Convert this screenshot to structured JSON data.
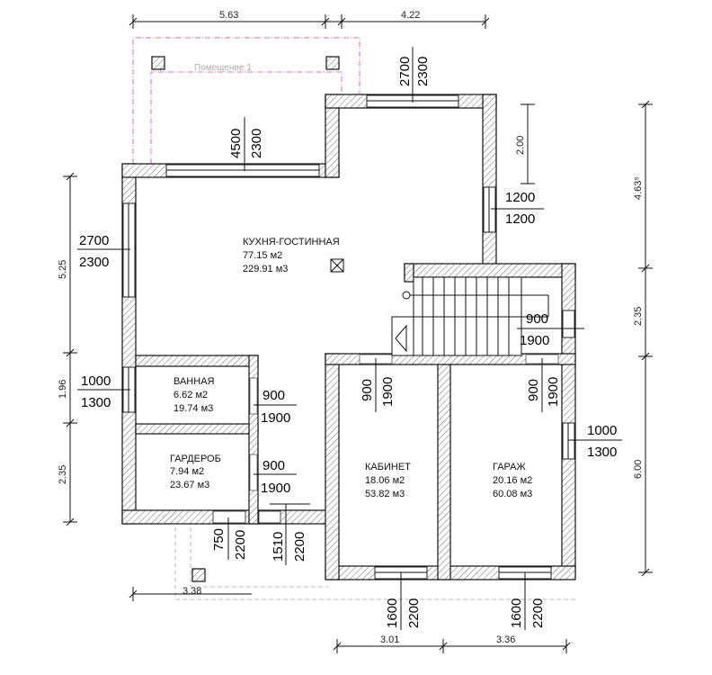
{
  "top_dims": {
    "left": "5.63",
    "right": "4.22"
  },
  "bottom_dims": {
    "left": "3.38",
    "mid": "3.01",
    "right": "3.36"
  },
  "left_dims": {
    "a": "5.25",
    "b": "1.96",
    "c": "2.35"
  },
  "right_dims": {
    "a": "4.63⁵",
    "b": "2.35",
    "c": "6.00",
    "d": "2.00"
  },
  "placeholder_room": "Помещение 1",
  "rooms": [
    {
      "name": "КУХНЯ-ГОСТИННАЯ",
      "area": "77.15 м2",
      "volume": "229.91 м3"
    },
    {
      "name": "ВАННАЯ",
      "area": "6.62 м2",
      "volume": "19.74 м3"
    },
    {
      "name": "ГАРДЕРОБ",
      "area": "7.94 м2",
      "volume": "23.67 м3"
    },
    {
      "name": "КАБИНЕТ",
      "area": "18.06 м2",
      "volume": "53.82 м3"
    },
    {
      "name": "ГАРАЖ",
      "area": "20.16 м2",
      "volume": "60.08 м3"
    }
  ],
  "openings": {
    "w_top_right": [
      "2700",
      "2300"
    ],
    "w_top_left": [
      "4500",
      "2300"
    ],
    "w_right_upper": [
      "1200",
      "1200"
    ],
    "w_left_main": [
      "2700",
      "2300"
    ],
    "w_left_bath": [
      "1000",
      "1300"
    ],
    "w_right_garage": [
      "1000",
      "1300"
    ],
    "d_stair": [
      "900",
      "1900"
    ],
    "d_bath": [
      "900",
      "1900"
    ],
    "d_wardrobe": [
      "900",
      "1900"
    ],
    "d_cabinet": [
      "900",
      "1900"
    ],
    "d_garage": [
      "900",
      "1900"
    ],
    "d_bottom_left": [
      "750",
      "2200"
    ],
    "d_bottom_mid": [
      "1510",
      "2200"
    ],
    "w_cabinet_bottom": [
      "1600",
      "2200"
    ],
    "w_garage_bottom": [
      "1600",
      "2200"
    ]
  }
}
